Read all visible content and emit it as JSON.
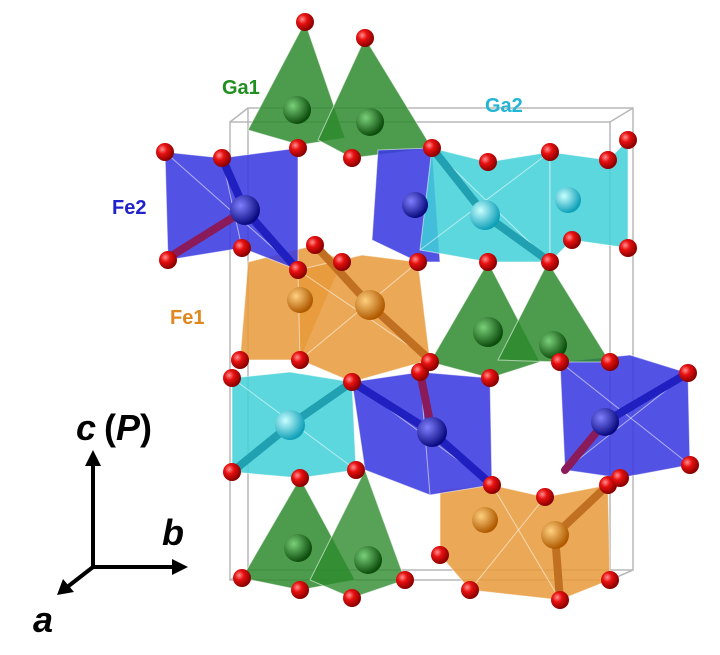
{
  "labels": {
    "ga1": "Ga1",
    "ga2": "Ga2",
    "fe2": "Fe2",
    "fe1": "Fe1"
  },
  "axes": {
    "c": "c",
    "p_open": "(",
    "p": "P",
    "p_close": ")",
    "b": "b",
    "a": "a"
  },
  "colors": {
    "ga1": "#1f8f1f",
    "ga2": "#22b5d6",
    "fe2": "#2222cc",
    "fe1": "#e0871e",
    "oxygen": "#e01010",
    "ga1_poly": "#2e8b2e",
    "ga2_poly": "#3fd0d8",
    "fe2_poly": "#3a3ae0",
    "fe1_poly": "#e89a3a"
  }
}
